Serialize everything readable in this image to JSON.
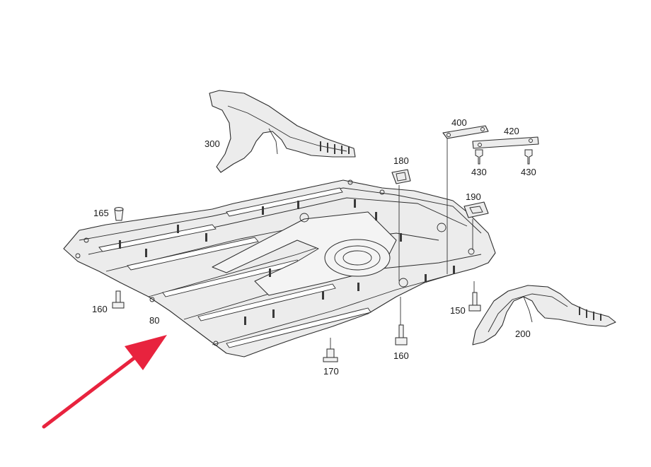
{
  "labels": {
    "p80": "80",
    "p150": "150",
    "p160a": "160",
    "p160b": "160",
    "p165": "165",
    "p170": "170",
    "p180": "180",
    "p190": "190",
    "p200": "200",
    "p300": "300",
    "p400": "400",
    "p420": "420",
    "p430a": "430",
    "p430b": "430"
  },
  "colors": {
    "arrow": "#e8233e",
    "line": "#2b2b2b",
    "part_fill": "#ececec"
  }
}
